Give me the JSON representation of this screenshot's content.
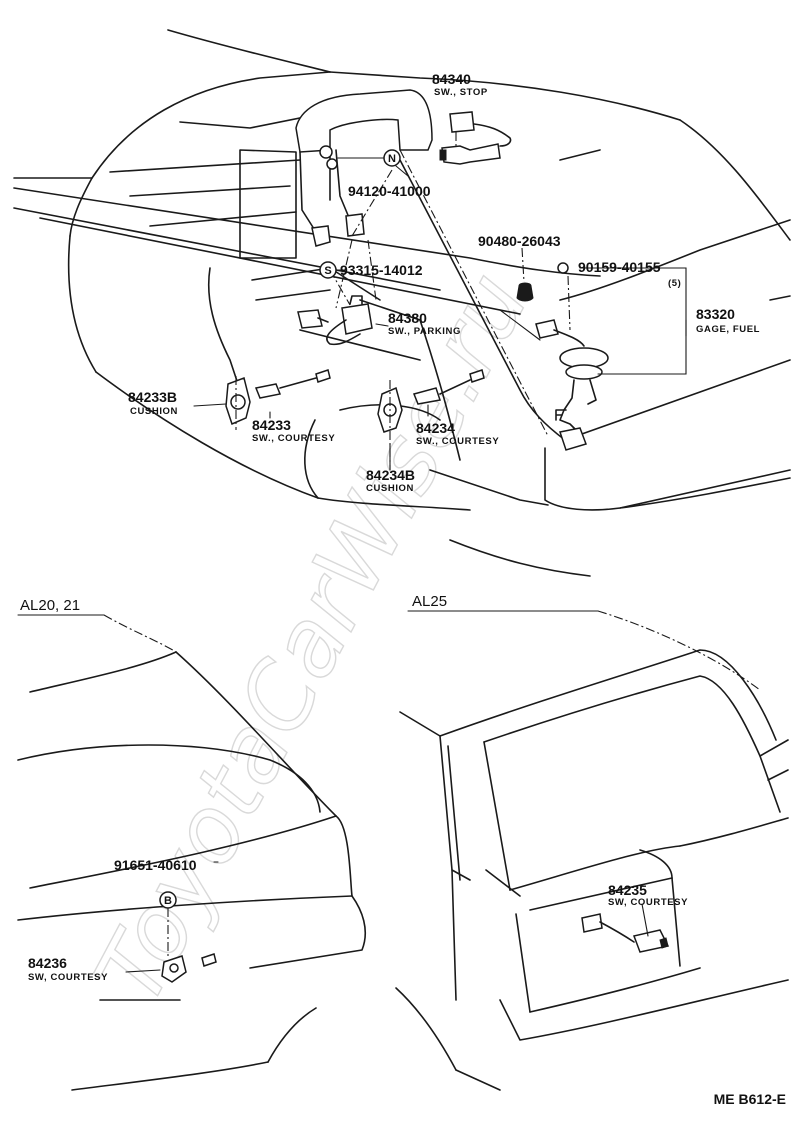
{
  "watermark": "ToyotaCarWise.ru",
  "sections": {
    "al20": "AL20, 21",
    "al25": "AL25"
  },
  "diagram_code": "ME B612-E",
  "symbols": {
    "n": "N",
    "s": "S",
    "b": "B"
  },
  "parts": [
    {
      "id": "p84340",
      "number": "84340",
      "desc": "SW., STOP"
    },
    {
      "id": "p94120",
      "number": "94120-41000",
      "desc": ""
    },
    {
      "id": "p90480",
      "number": "90480-26043",
      "desc": ""
    },
    {
      "id": "p90159",
      "number": "90159-40155",
      "desc": "(5)"
    },
    {
      "id": "p93315",
      "number": "93315-14012",
      "desc": ""
    },
    {
      "id": "p84380",
      "number": "84380",
      "desc": "SW., PARKING"
    },
    {
      "id": "p83320",
      "number": "83320",
      "desc": "GAGE, FUEL"
    },
    {
      "id": "p84233B",
      "number": "84233B",
      "desc": "CUSHION"
    },
    {
      "id": "p84233",
      "number": "84233",
      "desc": "SW., COURTESY"
    },
    {
      "id": "p84234",
      "number": "84234",
      "desc": "SW., COURTESY"
    },
    {
      "id": "p84234B",
      "number": "84234B",
      "desc": "CUSHION"
    },
    {
      "id": "p91651",
      "number": "91651-40610",
      "desc": ""
    },
    {
      "id": "p84236",
      "number": "84236",
      "desc": "SW, COURTESY"
    },
    {
      "id": "p84235",
      "number": "84235",
      "desc": "SW, COURTESY"
    }
  ]
}
